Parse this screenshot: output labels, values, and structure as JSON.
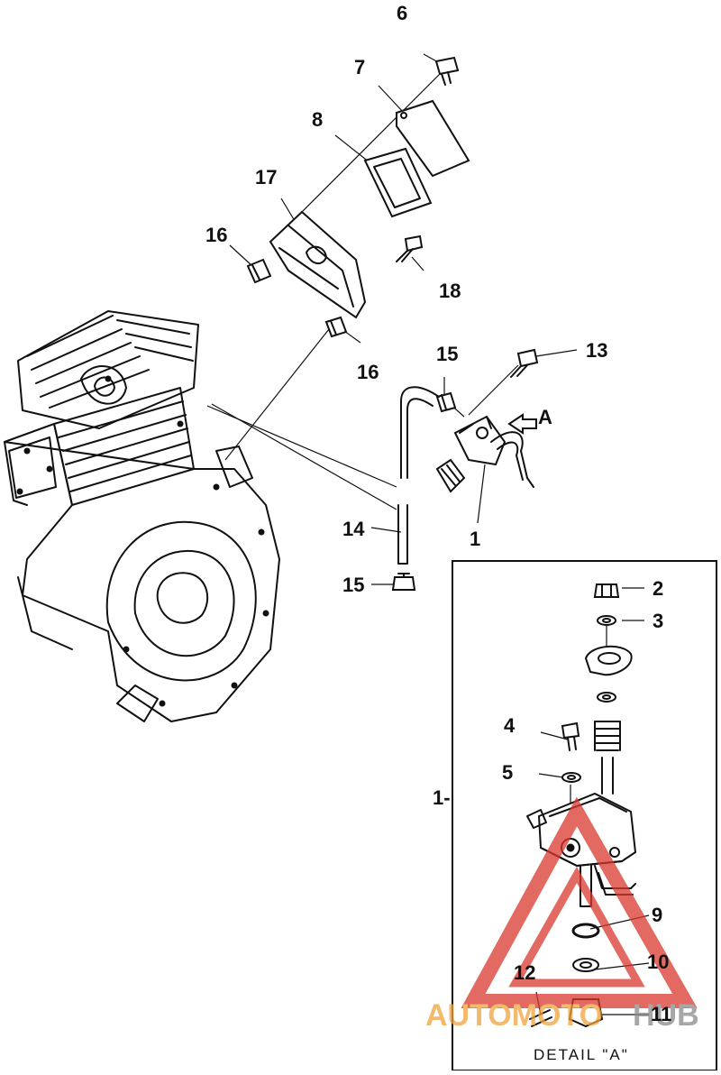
{
  "labels": {
    "p6": "6",
    "p7": "7",
    "p8": "8",
    "p17": "17",
    "p16a": "16",
    "p18": "18",
    "p16b": "16",
    "p15a": "15",
    "p13": "13",
    "pA": "A",
    "p1a": "1",
    "p14": "14",
    "p15b": "15",
    "p2": "2",
    "p3": "3",
    "p4": "4",
    "p5": "5",
    "p1b": "1-",
    "p9": "9",
    "p10": "10",
    "p12": "12",
    "p11": "11"
  },
  "detail_caption": "DETAIL \"A\"",
  "watermark": {
    "text_auto": "AUTOMOTO",
    "text_hub": "HUB",
    "color_red": "#d9392e",
    "color_orange": "#f2a23a",
    "color_gray": "#8a8a8a"
  }
}
